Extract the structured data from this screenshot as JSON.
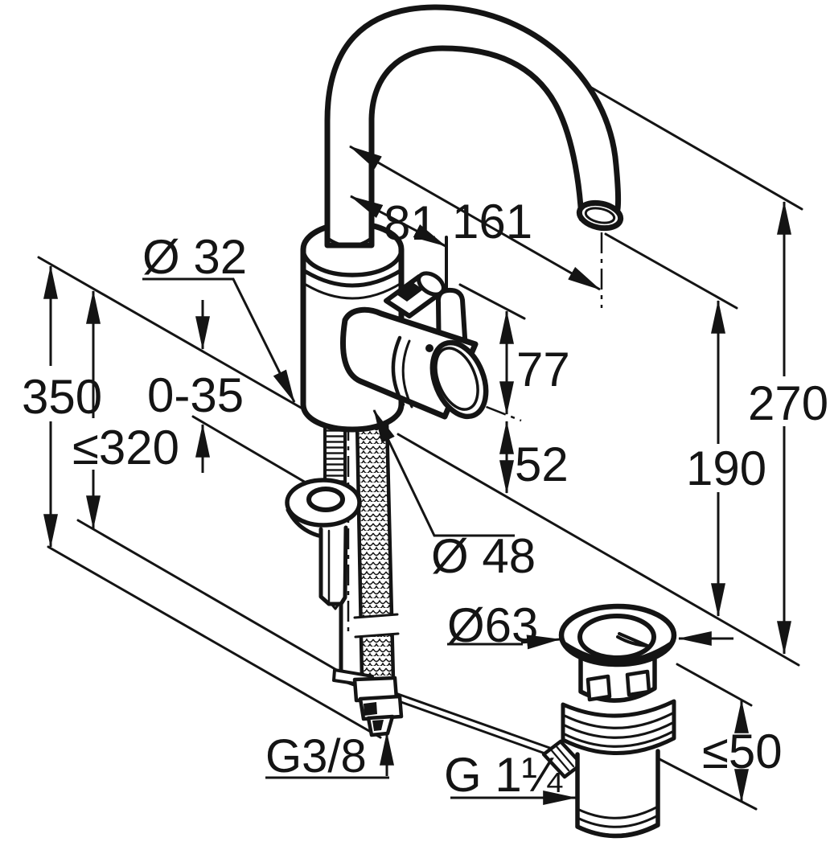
{
  "dimensions": {
    "dia32": "Ø 32",
    "d0_35": "0-35",
    "d350": "350",
    "d320max": "≤320",
    "d81": "81",
    "d161": "161",
    "d77": "77",
    "d52": "52",
    "d270": "270",
    "d190": "190",
    "dia48": "Ø 48",
    "dia63": "Ø63",
    "d50max": "≤50",
    "g38": "G3/8",
    "g114": "G 1¼"
  }
}
